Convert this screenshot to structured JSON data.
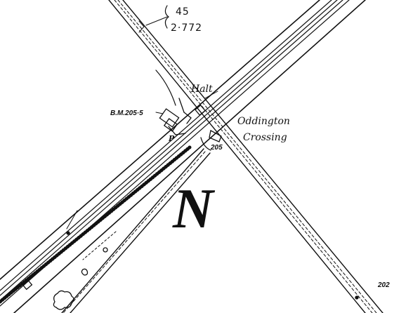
{
  "map": {
    "labels": {
      "halt": "Halt",
      "crossing_line1": "Oddington",
      "crossing_line2": "Crossing",
      "benchmark": "B.M.205·5",
      "spot_height_205": "205",
      "spot_height_202": "202",
      "parcel_number": "45",
      "parcel_area": "2·772",
      "post_symbol": "P",
      "north_letter": "N"
    },
    "colors": {
      "ink": "#111111",
      "paper": "#ffffff"
    }
  }
}
